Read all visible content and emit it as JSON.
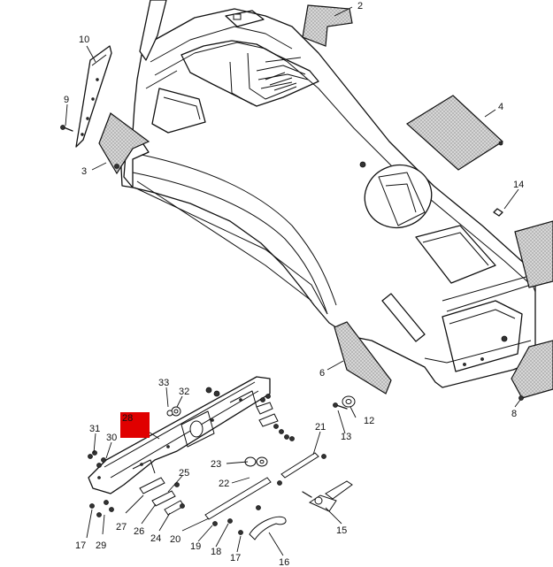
{
  "diagram": {
    "highlight_color": "#e00000",
    "highlighted_callout": "28",
    "callouts": [
      "2",
      "4",
      "10",
      "9",
      "3",
      "14",
      "6",
      "12",
      "13",
      "8",
      "33",
      "32",
      "28",
      "31",
      "30",
      "21",
      "23",
      "22",
      "25",
      "27",
      "26",
      "24",
      "19",
      "18",
      "17",
      "20",
      "15",
      "16",
      "29"
    ]
  }
}
